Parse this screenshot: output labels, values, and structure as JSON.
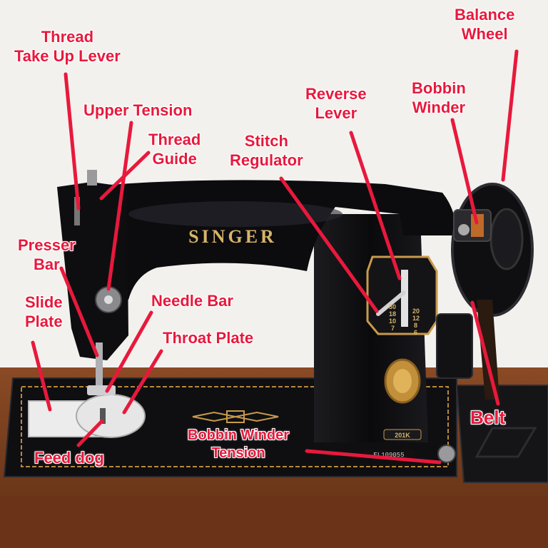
{
  "colors": {
    "label": "#e8193c",
    "pointer": "#e8193c",
    "machine_body": "#0d0d0f",
    "cabinet_wood": "#7a3e1d",
    "wall": "#f3f1ee",
    "brand_gold": "#d8b46a"
  },
  "machine": {
    "brand": "SINGER",
    "model_badge": "201K",
    "serial": "EL109055",
    "stitch_scale_left": [
      "30",
      "18",
      "10",
      "7"
    ],
    "stitch_scale_right": [
      "20",
      "12",
      "8",
      "6"
    ]
  },
  "labels": {
    "balance_wheel": [
      "Balance",
      "Wheel"
    ],
    "thread_take_up_lever": [
      "Thread",
      "Take Up Lever"
    ],
    "reverse_lever": [
      "Reverse",
      "Lever"
    ],
    "bobbin_winder": [
      "Bobbin",
      "Winder"
    ],
    "upper_tension": [
      "Upper Tension"
    ],
    "thread_guide": [
      "Thread",
      "Guide"
    ],
    "stitch_regulator": [
      "Stitch",
      "Regulator"
    ],
    "presser_bar": [
      "Presser",
      "Bar"
    ],
    "slide_plate": [
      "Slide",
      "Plate"
    ],
    "needle_bar": [
      "Needle Bar"
    ],
    "throat_plate": [
      "Throat Plate"
    ],
    "belt": [
      "Belt"
    ],
    "bobbin_winder_tension": [
      "Bobbin Winder",
      "Tension"
    ],
    "feed_dog": [
      "Feed dog"
    ]
  }
}
